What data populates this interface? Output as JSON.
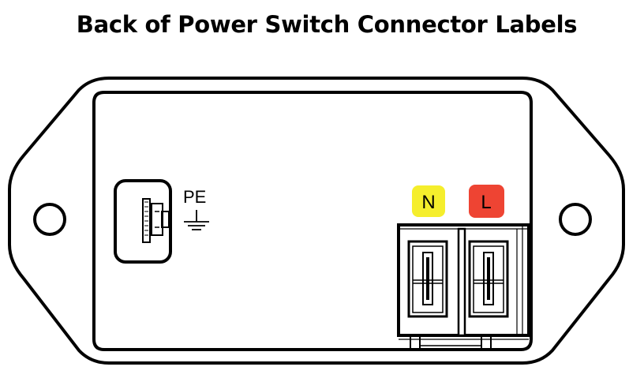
{
  "title": "Back of Power Switch Connector Labels",
  "labels": {
    "pe": "PE",
    "neutral": "N",
    "line": "L"
  },
  "colors": {
    "neutral_badge": "#f5ee2c",
    "line_badge": "#ee4433",
    "outline": "#000000"
  }
}
